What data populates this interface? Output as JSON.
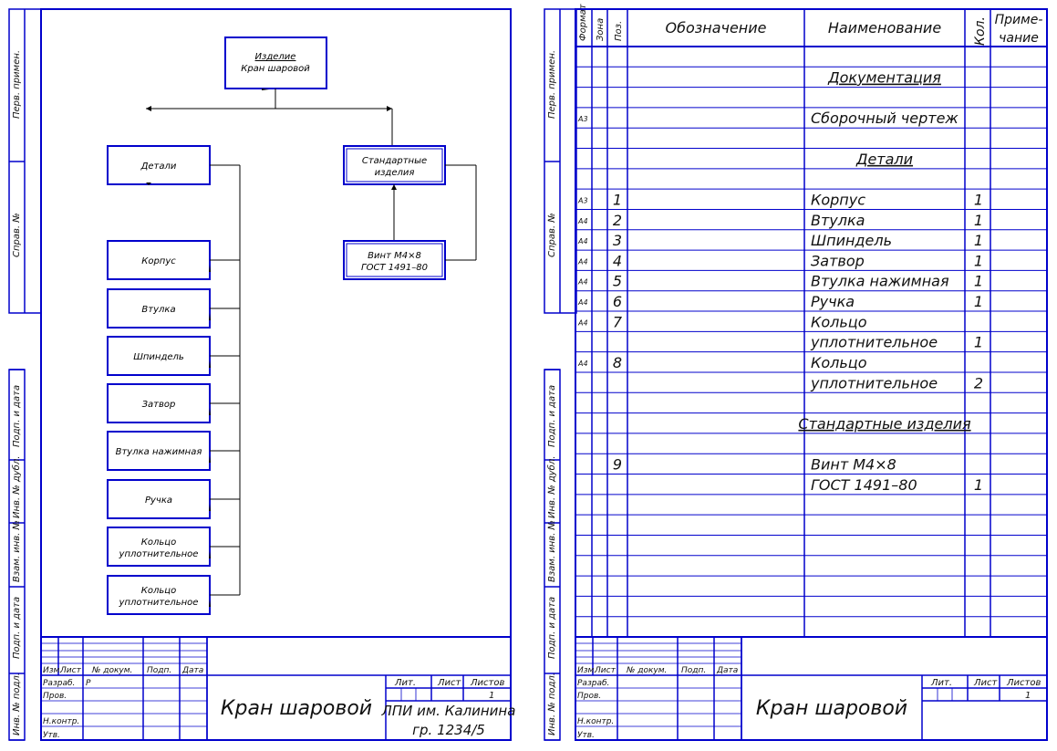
{
  "sheet_left": {
    "side_labels": [
      "Перв. примен.",
      "Справ. №",
      "Подп. и дата",
      "Инв. № дубл.",
      "Взам. инв. №",
      "Подп. и дата",
      "Инв. № подл."
    ],
    "scheme": {
      "root": [
        "Изделие",
        "Кран шаровой"
      ],
      "details": "Детали",
      "standard": [
        "Стандартные",
        "изделия"
      ],
      "screw": [
        "Винт М4×8",
        "ГОСТ 1491–80"
      ],
      "parts": [
        [
          "Корпус"
        ],
        [
          "Втулка"
        ],
        [
          "Шпиндель"
        ],
        [
          "Затвор"
        ],
        [
          "Втулка нажимная"
        ],
        [
          "Ручка"
        ],
        [
          "Кольцо",
          "уплотнительное"
        ],
        [
          "Кольцо",
          "уплотнительное"
        ]
      ]
    },
    "stamp": {
      "headers": [
        "Изм.",
        "Лист",
        "№ докум.",
        "Подп.",
        "Дата"
      ],
      "rows": [
        "Разраб.",
        "Пров.",
        "",
        "Н.контр.",
        "Утв."
      ],
      "developer_value": "Р",
      "title": "Кран шаровой",
      "lit_headers": [
        "Лит.",
        "Лист",
        "Листов"
      ],
      "sheets_value": "1",
      "org": [
        "ЛПИ им. Калинина",
        "гр. 1234/5"
      ]
    }
  },
  "sheet_right": {
    "side_labels": [
      "Перв. примен.",
      "Справ. №",
      "Подп. и дата",
      "Инв. № дубл.",
      "Взам. инв. №",
      "Подп. и дата",
      "Инв. № подл."
    ],
    "headers": {
      "format": "Формат",
      "zone": "Зона",
      "pos": "Поз.",
      "designation": "Обозначение",
      "name": "Наименование",
      "qty": "Кол.",
      "note": [
        "Приме-",
        "чание"
      ]
    },
    "rows": [
      {
        "fmt": "",
        "pos": "",
        "name": "",
        "qty": ""
      },
      {
        "fmt": "",
        "pos": "",
        "name": "Документация",
        "qty": "",
        "heading": true
      },
      {
        "fmt": "",
        "pos": "",
        "name": "",
        "qty": ""
      },
      {
        "fmt": "А3",
        "pos": "",
        "name": "Сборочный чертеж",
        "qty": ""
      },
      {
        "fmt": "",
        "pos": "",
        "name": "",
        "qty": ""
      },
      {
        "fmt": "",
        "pos": "",
        "name": "Детали",
        "qty": "",
        "heading": true
      },
      {
        "fmt": "",
        "pos": "",
        "name": "",
        "qty": ""
      },
      {
        "fmt": "А3",
        "pos": "1",
        "name": "Корпус",
        "qty": "1"
      },
      {
        "fmt": "А4",
        "pos": "2",
        "name": "Втулка",
        "qty": "1"
      },
      {
        "fmt": "А4",
        "pos": "3",
        "name": "Шпиндель",
        "qty": "1"
      },
      {
        "fmt": "А4",
        "pos": "4",
        "name": "Затвор",
        "qty": "1"
      },
      {
        "fmt": "А4",
        "pos": "5",
        "name": "Втулка нажимная",
        "qty": "1"
      },
      {
        "fmt": "А4",
        "pos": "6",
        "name": "Ручка",
        "qty": "1"
      },
      {
        "fmt": "А4",
        "pos": "7",
        "name": "Кольцо",
        "qty": ""
      },
      {
        "fmt": "",
        "pos": "",
        "name": "уплотнительное",
        "qty": "1"
      },
      {
        "fmt": "А4",
        "pos": "8",
        "name": "Кольцо",
        "qty": ""
      },
      {
        "fmt": "",
        "pos": "",
        "name": "уплотнительное",
        "qty": "2"
      },
      {
        "fmt": "",
        "pos": "",
        "name": "",
        "qty": ""
      },
      {
        "fmt": "",
        "pos": "",
        "name": "Стандартные изделия",
        "qty": "",
        "heading": true
      },
      {
        "fmt": "",
        "pos": "",
        "name": "",
        "qty": ""
      },
      {
        "fmt": "",
        "pos": "9",
        "name": "Винт М4×8",
        "qty": ""
      },
      {
        "fmt": "",
        "pos": "",
        "name": "ГОСТ 1491–80",
        "qty": "1"
      },
      {
        "fmt": "",
        "pos": "",
        "name": "",
        "qty": ""
      },
      {
        "fmt": "",
        "pos": "",
        "name": "",
        "qty": ""
      },
      {
        "fmt": "",
        "pos": "",
        "name": "",
        "qty": ""
      },
      {
        "fmt": "",
        "pos": "",
        "name": "",
        "qty": ""
      },
      {
        "fmt": "",
        "pos": "",
        "name": "",
        "qty": ""
      },
      {
        "fmt": "",
        "pos": "",
        "name": "",
        "qty": ""
      },
      {
        "fmt": "",
        "pos": "",
        "name": "",
        "qty": ""
      }
    ],
    "stamp": {
      "headers": [
        "Изм.",
        "Лист",
        "№ докум.",
        "Подп.",
        "Дата"
      ],
      "rows": [
        "Разраб.",
        "Пров.",
        "",
        "Н.контр.",
        "Утв."
      ],
      "title": "Кран шаровой",
      "lit_headers": [
        "Лит.",
        "Лист",
        "Листов"
      ],
      "sheets_value": "1"
    }
  },
  "colors": {
    "frame": "#0000cc",
    "ink": "#000000"
  }
}
